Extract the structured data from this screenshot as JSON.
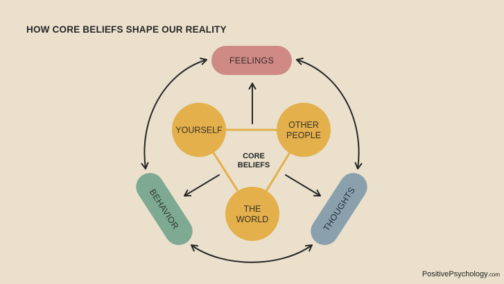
{
  "title": "HOW CORE BELIEFS SHAPE OUR REALITY",
  "credit": {
    "main": "PositivePsychology",
    "domain": ".com"
  },
  "core": {
    "line1": "CORE",
    "line2": "BELIEFS"
  },
  "circles": {
    "yourself": "YOURSELF",
    "other_line1": "OTHER",
    "other_line2": "PEOPLE",
    "world_line1": "THE",
    "world_line2": "WORLD"
  },
  "pills": {
    "feelings": "FEELINGS",
    "behavior": "BEHAVIOR",
    "thoughts": "THOUGHTS"
  },
  "colors": {
    "background": "#eae0cc",
    "circle": "#e3b04b",
    "connector": "#e3b04b",
    "feelings": "#cf8a86",
    "behavior": "#7ea993",
    "thoughts": "#8aa0ad",
    "arrow": "#262626"
  }
}
